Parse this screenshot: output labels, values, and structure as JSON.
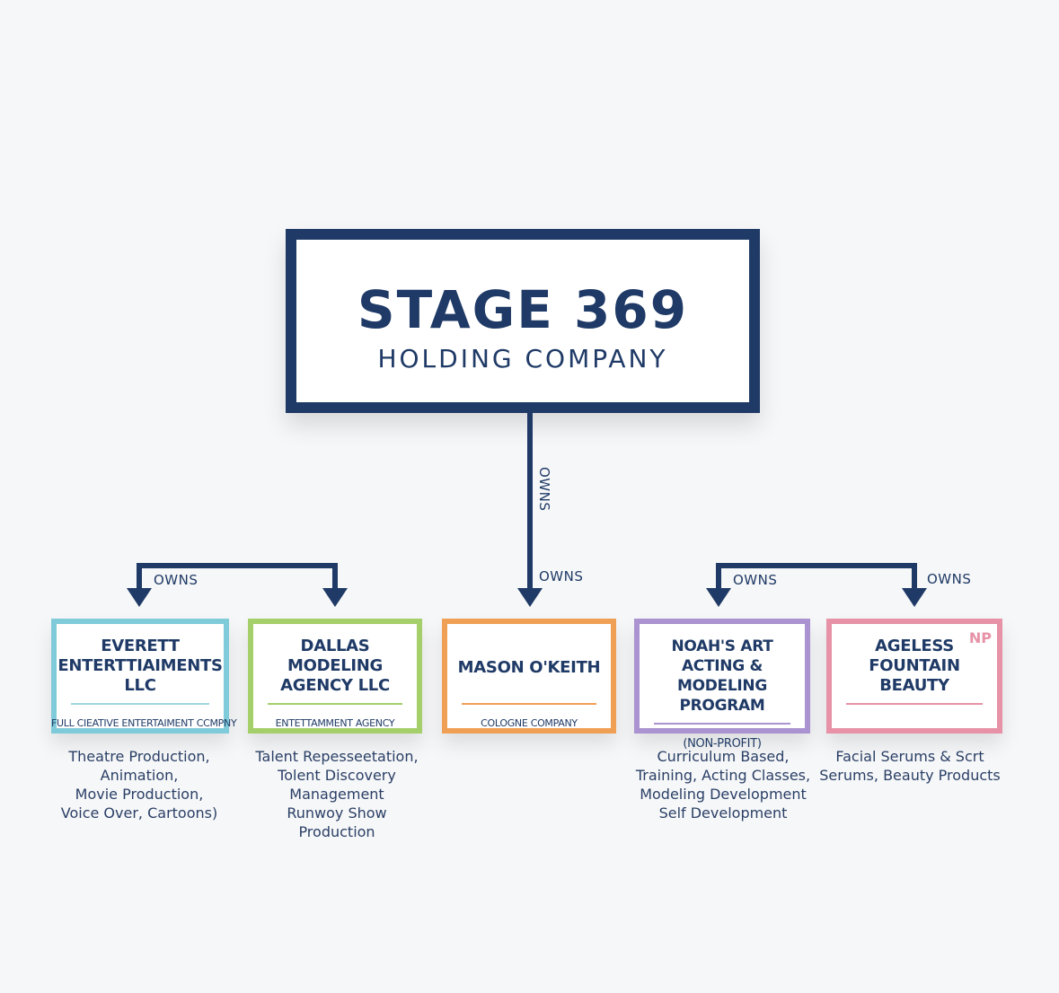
{
  "holding": {
    "title": "STAGE 369",
    "subtitle": "HOLDING COMPANY"
  },
  "edge_labels": {
    "vertical": "OWNS",
    "center": "OWNS",
    "left": "OWNS",
    "right_a": "OWNS",
    "right_b": "OWNS"
  },
  "colors": {
    "navy": "#1f3a66",
    "teal": "#7fcbd9",
    "green": "#a4cf6a",
    "orange": "#f0a055",
    "purple": "#ab92d0",
    "pink": "#e792a6"
  },
  "companies": [
    {
      "name": "EVERETT ENTERTTIAIMENTS LLC",
      "subtitle": "FULL CIEATIVE ENTERTAIMENT CCMPNY",
      "desc": [
        "Theatre Production,",
        "Animation,",
        "Movie Production,",
        "Voice Over, Cartoons)"
      ]
    },
    {
      "name": "DALLAS MODELING AGENCY LLC",
      "subtitle": "ENTETTAMMENT AGENCY",
      "desc": [
        "Talent Repesseetation,",
        "Tolent Discovery",
        "Management",
        "Runwoy Show",
        "Production"
      ]
    },
    {
      "name": "MASON O'KEITH",
      "subtitle": "COLOGNE COMPANY",
      "desc": []
    },
    {
      "name": "NOAH'S ART ACTING & MODELING PROGRAM",
      "subtitle": "(NON-PROFIT)",
      "desc": [
        "Curriculum Based,",
        "Training, Acting Classes,",
        "Modeling Development",
        "Self Development"
      ]
    },
    {
      "name": "AGELESS FOUNTAIN BEAUTY",
      "subtitle": "",
      "logo": "NP",
      "desc": [
        "Facial Serums & Scrt",
        "Serums, Beauty Products"
      ]
    }
  ]
}
